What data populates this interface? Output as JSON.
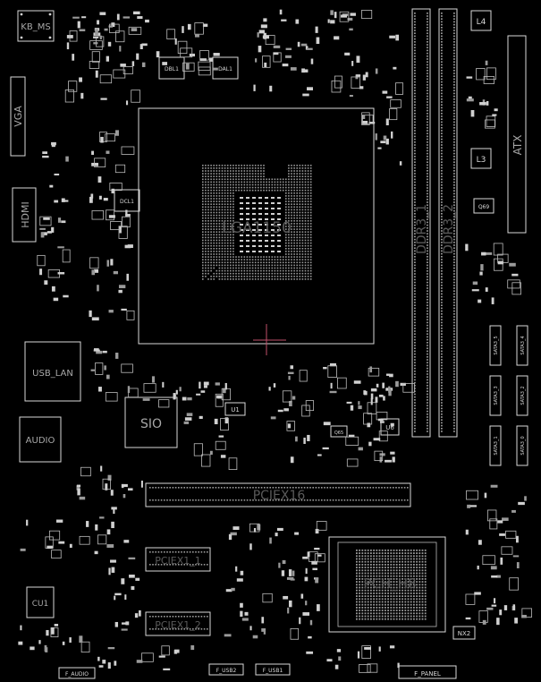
{
  "board": {
    "labels": {
      "kb_ms": "KB_MS",
      "vga": "VGA",
      "hdmi": "HDMI",
      "usb_lan": "USB_LAN",
      "audio": "AUDIO",
      "cu1": "CU1",
      "sio": "SIO",
      "cpu_socket": "LGA1150",
      "ddr3_1": "DDR3_1",
      "ddr3_2": "DDR3_2",
      "atx": "ATX",
      "l4": "L4",
      "l3": "L3",
      "q69": "Q69",
      "u6": "U6",
      "u1": "U1",
      "q65": "Q65",
      "pciex16": "PCIEX16",
      "pciex1_1": "PCIEX1_1",
      "pciex1_2": "PCIEX1_2",
      "pch": "PCH_H8",
      "dbl1": "DBL1",
      "dal1": "DAL1",
      "dcl1": "DCL1",
      "nx2": "NX2",
      "f_usb2": "F_USB2",
      "f_usb1": "F_USB1",
      "f_panel": "F_PANEL",
      "f_audio": "F_AUDIO",
      "sata": [
        "SATA3_5",
        "SATA3_4",
        "SATA3_3",
        "SATA3_2",
        "SATA3_1",
        "SATA3_0"
      ]
    }
  }
}
